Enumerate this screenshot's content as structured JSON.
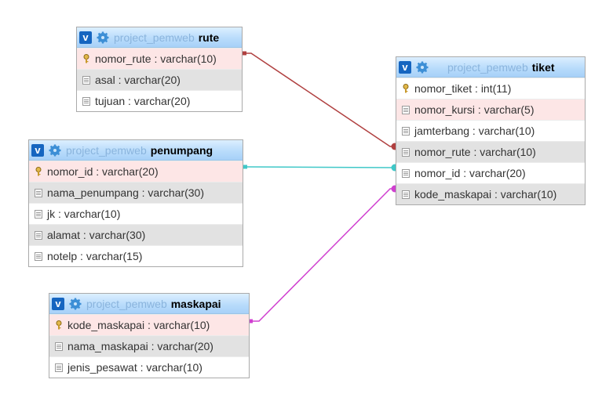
{
  "colors": {
    "rute_link": "#b04040",
    "penumpang_link": "#40c8c8",
    "maskapai_link": "#d040d0"
  },
  "tables": {
    "rute": {
      "db": "project_pemweb",
      "name": "rute",
      "columns": [
        {
          "text": "nomor_rute : varchar(10)",
          "key": "primary-key-icon"
        },
        {
          "text": "asal : varchar(20)",
          "key": "column-icon"
        },
        {
          "text": "tujuan : varchar(20)",
          "key": "column-icon"
        }
      ]
    },
    "penumpang": {
      "db": "project_pemweb",
      "name": "penumpang",
      "columns": [
        {
          "text": "nomor_id : varchar(20)",
          "key": "primary-key-icon"
        },
        {
          "text": "nama_penumpang : varchar(30)",
          "key": "column-icon"
        },
        {
          "text": "jk : varchar(10)",
          "key": "column-icon"
        },
        {
          "text": "alamat : varchar(30)",
          "key": "column-icon"
        },
        {
          "text": "notelp : varchar(15)",
          "key": "column-icon"
        }
      ]
    },
    "maskapai": {
      "db": "project_pemweb",
      "name": "maskapai",
      "columns": [
        {
          "text": "kode_maskapai : varchar(10)",
          "key": "primary-key-icon"
        },
        {
          "text": "nama_maskapai : varchar(20)",
          "key": "column-icon"
        },
        {
          "text": "jenis_pesawat : varchar(10)",
          "key": "column-icon"
        }
      ]
    },
    "tiket": {
      "db": "project_pemweb",
      "name": "tiket",
      "columns": [
        {
          "text": "nomor_tiket : int(11)",
          "key": "primary-key-icon"
        },
        {
          "text": "nomor_kursi : varchar(5)",
          "key": "column-icon"
        },
        {
          "text": "jamterbang : varchar(10)",
          "key": "column-icon"
        },
        {
          "text": "nomor_rute : varchar(10)",
          "key": "column-icon"
        },
        {
          "text": "nomor_id : varchar(20)",
          "key": "column-icon"
        },
        {
          "text": "kode_maskapai : varchar(10)",
          "key": "column-icon"
        }
      ]
    }
  },
  "toggle_label": "v"
}
